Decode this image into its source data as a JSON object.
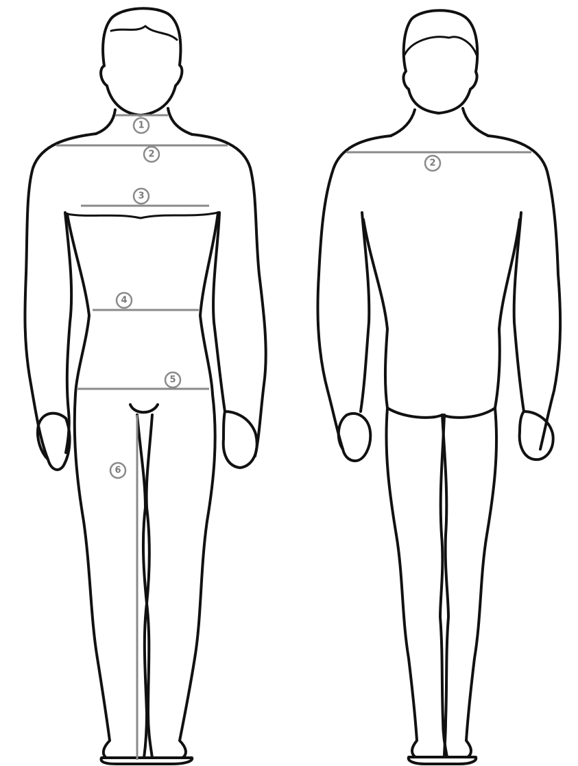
{
  "figures": [
    {
      "id": "front",
      "view": "front"
    },
    {
      "id": "back",
      "view": "back"
    }
  ],
  "measurements": [
    {
      "id": "neck",
      "figure": "front",
      "marker": "1"
    },
    {
      "id": "shoulder-front",
      "figure": "front",
      "marker": "2"
    },
    {
      "id": "chest",
      "figure": "front",
      "marker": "3"
    },
    {
      "id": "waist",
      "figure": "front",
      "marker": "4"
    },
    {
      "id": "hip",
      "figure": "front",
      "marker": "5"
    },
    {
      "id": "inseam",
      "figure": "front",
      "marker": "6"
    },
    {
      "id": "shoulder-back",
      "figure": "back",
      "marker": "2"
    }
  ],
  "colors": {
    "outline": "#111111",
    "measure_line": "#8a8a8a",
    "background": "#ffffff"
  }
}
